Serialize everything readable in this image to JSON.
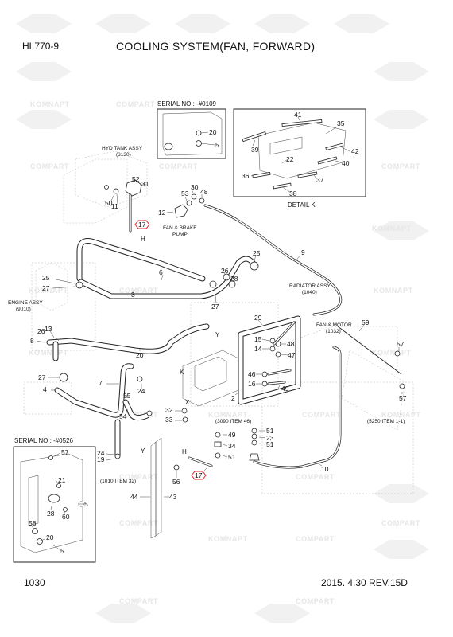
{
  "header": {
    "model": "HL770-9",
    "title": "COOLING SYSTEM(FAN, FORWARD)"
  },
  "footer": {
    "page_number": "1030",
    "revision": "2015. 4.30  REV.15D"
  },
  "watermark": {
    "komnapt": "KOMNAPT",
    "compart": "COMPART"
  },
  "labels": {
    "serial_top": "SERIAL NO : -#0109",
    "serial_bottom": "SERIAL NO : -#0526",
    "detail_k": "DETAIL K",
    "hyd_tank_name": "HYD TANK ASSY",
    "hyd_tank_code": "(3130)",
    "fan_brake_line1": "FAN & BRAKE",
    "fan_brake_line2": "PUMP",
    "radiator_name": "RADIATOR ASSY",
    "radiator_code": "(1040)",
    "engine_name": "ENGINE ASSY",
    "engine_code": "(9010)",
    "fan_motor_name": "FAN & MOTOR",
    "fan_motor_code": "(1032)",
    "ref_3090": "(3090 ITEM 46)",
    "ref_5250": "(5250 ITEM 1-1)",
    "ref_1010": "(1010 ITEM 32)",
    "letter_k": "K",
    "letter_x": "X",
    "letter_y": "Y",
    "letter_h": "H"
  },
  "callouts": {
    "n2": "2",
    "n3": "3",
    "n4": "4",
    "n5": "5",
    "n6": "6",
    "n7": "7",
    "n8": "8",
    "n9": "9",
    "n10": "10",
    "n11": "11",
    "n12": "12",
    "n13": "13",
    "n14": "14",
    "n15": "15",
    "n16": "16",
    "n17": "17",
    "n19": "19",
    "n20": "20",
    "n21": "21",
    "n22": "22",
    "n23": "23",
    "n24": "24",
    "n25": "25",
    "n26": "26",
    "n27": "27",
    "n28": "28",
    "n29": "29",
    "n30": "30",
    "n31": "31",
    "n32": "32",
    "n33": "33",
    "n34": "34",
    "n35": "35",
    "n36": "36",
    "n37": "37",
    "n38": "38",
    "n39": "39",
    "n40": "40",
    "n41": "41",
    "n42": "42",
    "n43": "43",
    "n44": "44",
    "n46": "46",
    "n47": "47",
    "n48": "48",
    "n49": "49",
    "n50": "50",
    "n51": "51",
    "n52": "52",
    "n53": "53",
    "n54": "54",
    "n55": "55",
    "n56": "56",
    "n57": "57",
    "n58": "58",
    "n59": "59",
    "n60": "60"
  }
}
